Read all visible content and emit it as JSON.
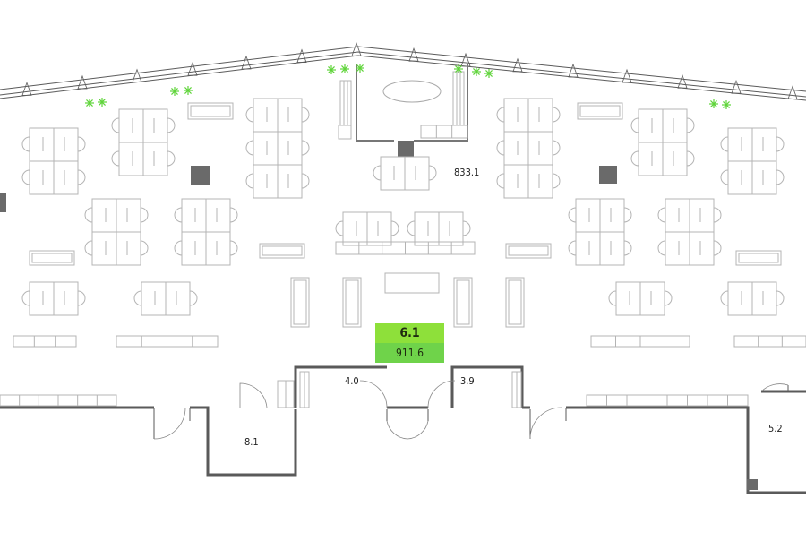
{
  "plan": {
    "main_area_label": "833.1",
    "badge": {
      "number": "6.1",
      "area": "911.6",
      "color_top": "#8ee03a",
      "color_bottom": "#6fd34a"
    },
    "rooms": [
      {
        "name": "room-8-1",
        "label": "8.1"
      },
      {
        "name": "room-4-0",
        "label": "4.0"
      },
      {
        "name": "room-3-9",
        "label": "3.9"
      },
      {
        "name": "room-5-2",
        "label": "5.2"
      }
    ],
    "colors": {
      "wall": "#5a5a5a",
      "furniture": "#b4b4b4",
      "plant": "#5fd43a",
      "pillar": "#6a6a6a"
    }
  }
}
